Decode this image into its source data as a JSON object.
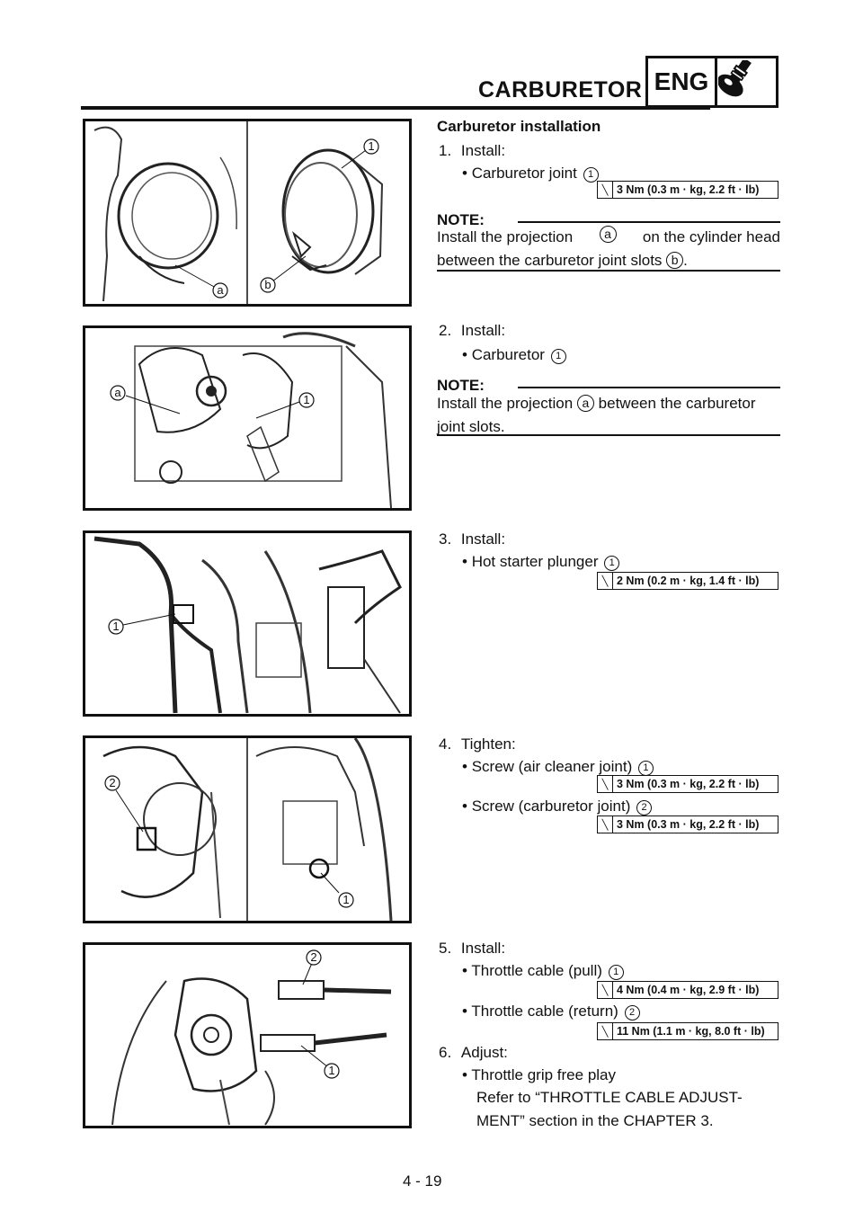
{
  "header": {
    "title": "CARBURETOR",
    "section": "ENG"
  },
  "page_number": "4 - 19",
  "section_title": "Carburetor installation",
  "steps": {
    "s1": {
      "num": "1.",
      "verb": "Install:",
      "item": "Carburetor joint",
      "ref": "1",
      "torque": "3 Nm (0.3 m · kg, 2.2 ft · lb)",
      "note_label": "NOTE:",
      "note_a": "Install the projection",
      "note_ref_a": "a",
      "note_b": "on the cylinder head",
      "note_c": "between the carburetor joint slots",
      "note_ref_b": "b",
      "note_end": "."
    },
    "s2": {
      "num": "2.",
      "verb": "Install:",
      "item": "Carburetor",
      "ref": "1",
      "note_label": "NOTE:",
      "note_a": "Install the projection",
      "note_ref_a": "a",
      "note_b": "between the carburetor",
      "note_c": "joint slots."
    },
    "s3": {
      "num": "3.",
      "verb": "Install:",
      "item": "Hot starter plunger",
      "ref": "1",
      "torque": "2 Nm (0.2 m · kg, 1.4 ft · lb)"
    },
    "s4": {
      "num": "4.",
      "verb": "Tighten:",
      "item1": "Screw (air cleaner joint)",
      "ref1": "1",
      "torque1": "3 Nm (0.3 m · kg, 2.2 ft · lb)",
      "item2": "Screw (carburetor joint)",
      "ref2": "2",
      "torque2": "3 Nm (0.3 m · kg, 2.2 ft · lb)"
    },
    "s5": {
      "num": "5.",
      "verb": "Install:",
      "item1": "Throttle cable (pull)",
      "ref1": "1",
      "torque1": "4 Nm (0.4 m · kg, 2.9 ft · lb)",
      "item2": "Throttle cable (return)",
      "ref2": "2",
      "torque2": "11 Nm (1.1 m · kg, 8.0 ft · lb)"
    },
    "s6": {
      "num": "6.",
      "verb": "Adjust:",
      "item": "Throttle grip free play",
      "ref_line1": "Refer to “THROTTLE CABLE ADJUST-",
      "ref_line2": "MENT” section in the CHAPTER 3."
    }
  },
  "figure_labels": {
    "f1": {
      "one": "1",
      "a": "a",
      "b": "b"
    },
    "f2": {
      "one": "1",
      "a": "a"
    },
    "f3": {
      "one": "1"
    },
    "f4": {
      "one": "1",
      "two": "2"
    },
    "f5": {
      "one": "1",
      "two": "2"
    }
  },
  "icons": {
    "section_icon": "wrench-socket-icon",
    "torque_icon": "torque-wrench-icon"
  }
}
